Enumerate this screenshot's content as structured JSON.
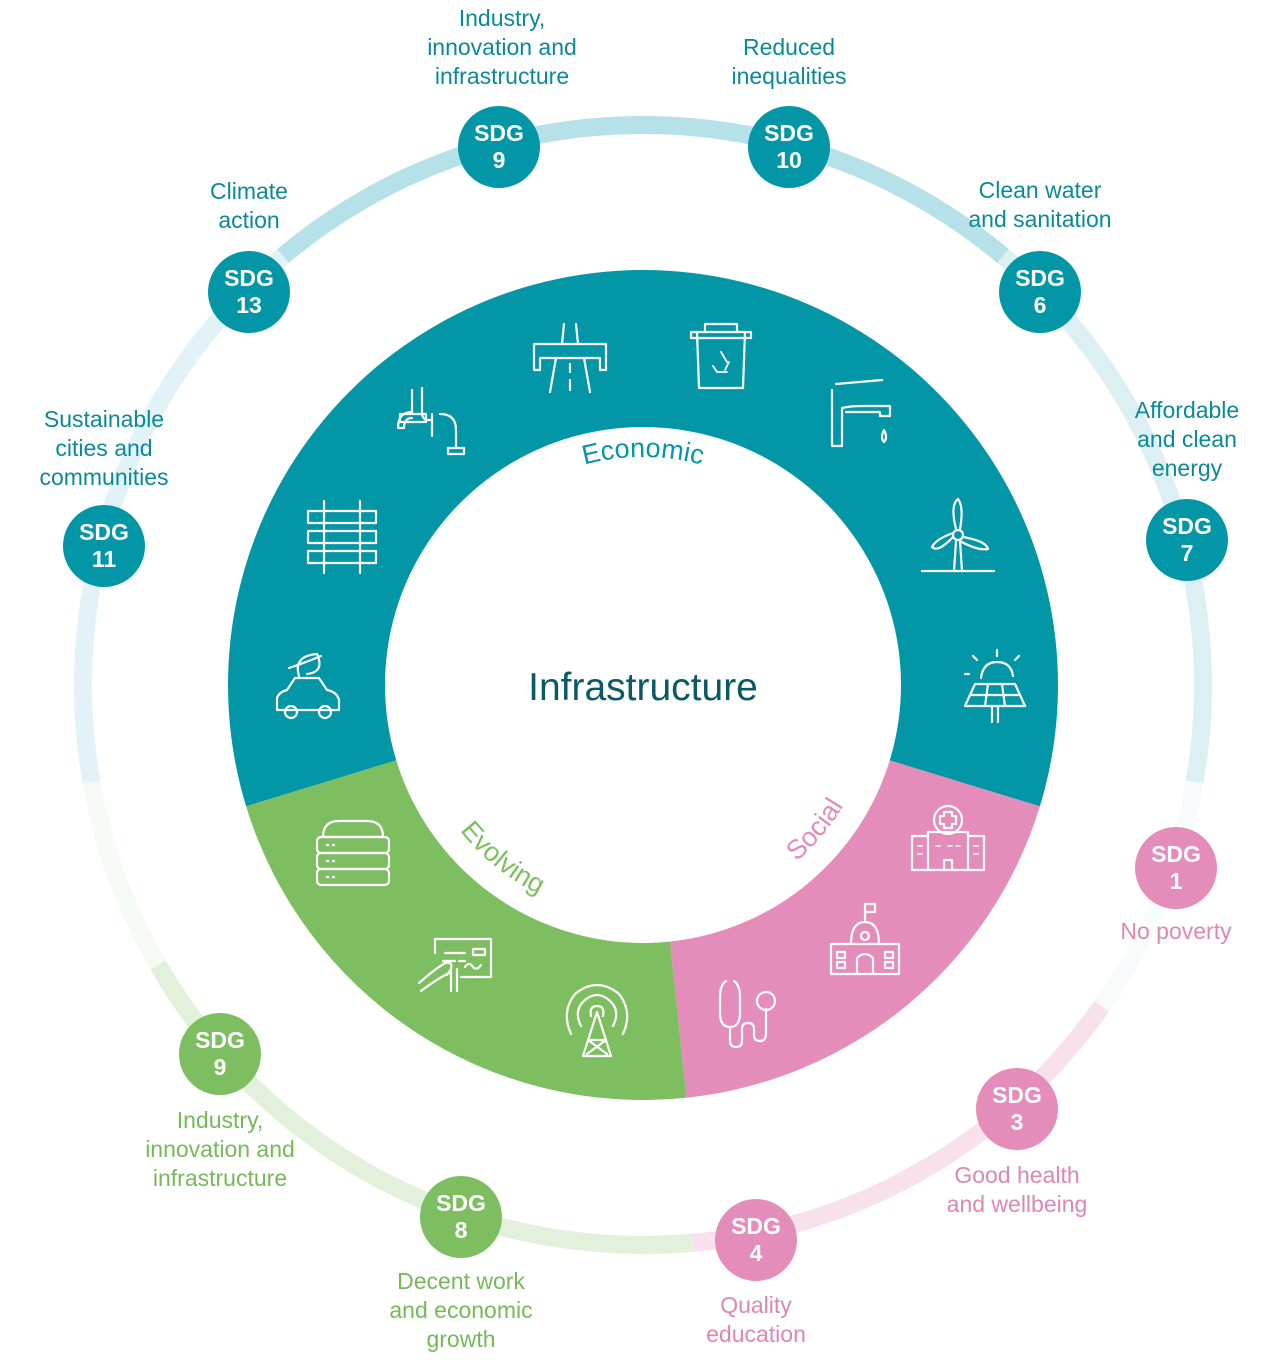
{
  "center_title": "Infrastructure",
  "colors": {
    "economic": "#0396A6",
    "evolving": "#7DBE60",
    "social": "#E48CBA",
    "center_text": "#0A5A63",
    "ring_teal": "#B7E1E8",
    "ring_green": "#D8EBCF",
    "ring_pink": "#F4D5E5"
  },
  "segments": [
    {
      "name": "Economic",
      "color_key": "economic",
      "icons": [
        "electric-car-icon",
        "railway-track-icon",
        "pipe-icon",
        "highway-bridge-icon",
        "recycling-bin-icon",
        "water-tap-icon",
        "wind-turbine-icon",
        "solar-panel-icon"
      ]
    },
    {
      "name": "Social",
      "color_key": "social",
      "icons": [
        "hospital-icon",
        "school-icon",
        "stethoscope-icon"
      ]
    },
    {
      "name": "Evolving",
      "color_key": "evolving",
      "icons": [
        "data-server-icon",
        "digital-payment-icon",
        "telecom-tower-icon"
      ]
    }
  ],
  "sdgs": [
    {
      "prefix": "SDG",
      "number": "11",
      "label": "Sustainable\ncities and\ncommunities",
      "color": "teal"
    },
    {
      "prefix": "SDG",
      "number": "13",
      "label": "Climate\naction",
      "color": "teal"
    },
    {
      "prefix": "SDG",
      "number": "9",
      "label": "Industry,\ninnovation and\ninfrastructure",
      "color": "teal"
    },
    {
      "prefix": "SDG",
      "number": "10",
      "label": "Reduced\ninequalities",
      "color": "teal"
    },
    {
      "prefix": "SDG",
      "number": "6",
      "label": "Clean water\nand sanitation",
      "color": "teal"
    },
    {
      "prefix": "SDG",
      "number": "7",
      "label": "Affordable\nand clean\nenergy",
      "color": "teal"
    },
    {
      "prefix": "SDG",
      "number": "1",
      "label": "No poverty",
      "color": "pink"
    },
    {
      "prefix": "SDG",
      "number": "3",
      "label": "Good health\nand wellbeing",
      "color": "pink"
    },
    {
      "prefix": "SDG",
      "number": "4",
      "label": "Quality\neducation",
      "color": "pink"
    },
    {
      "prefix": "SDG",
      "number": "8",
      "label": "Decent work\nand economic\ngrowth",
      "color": "green"
    },
    {
      "prefix": "SDG",
      "number": "9",
      "label": "Industry,\ninnovation and\ninfrastructure",
      "color": "green"
    }
  ]
}
